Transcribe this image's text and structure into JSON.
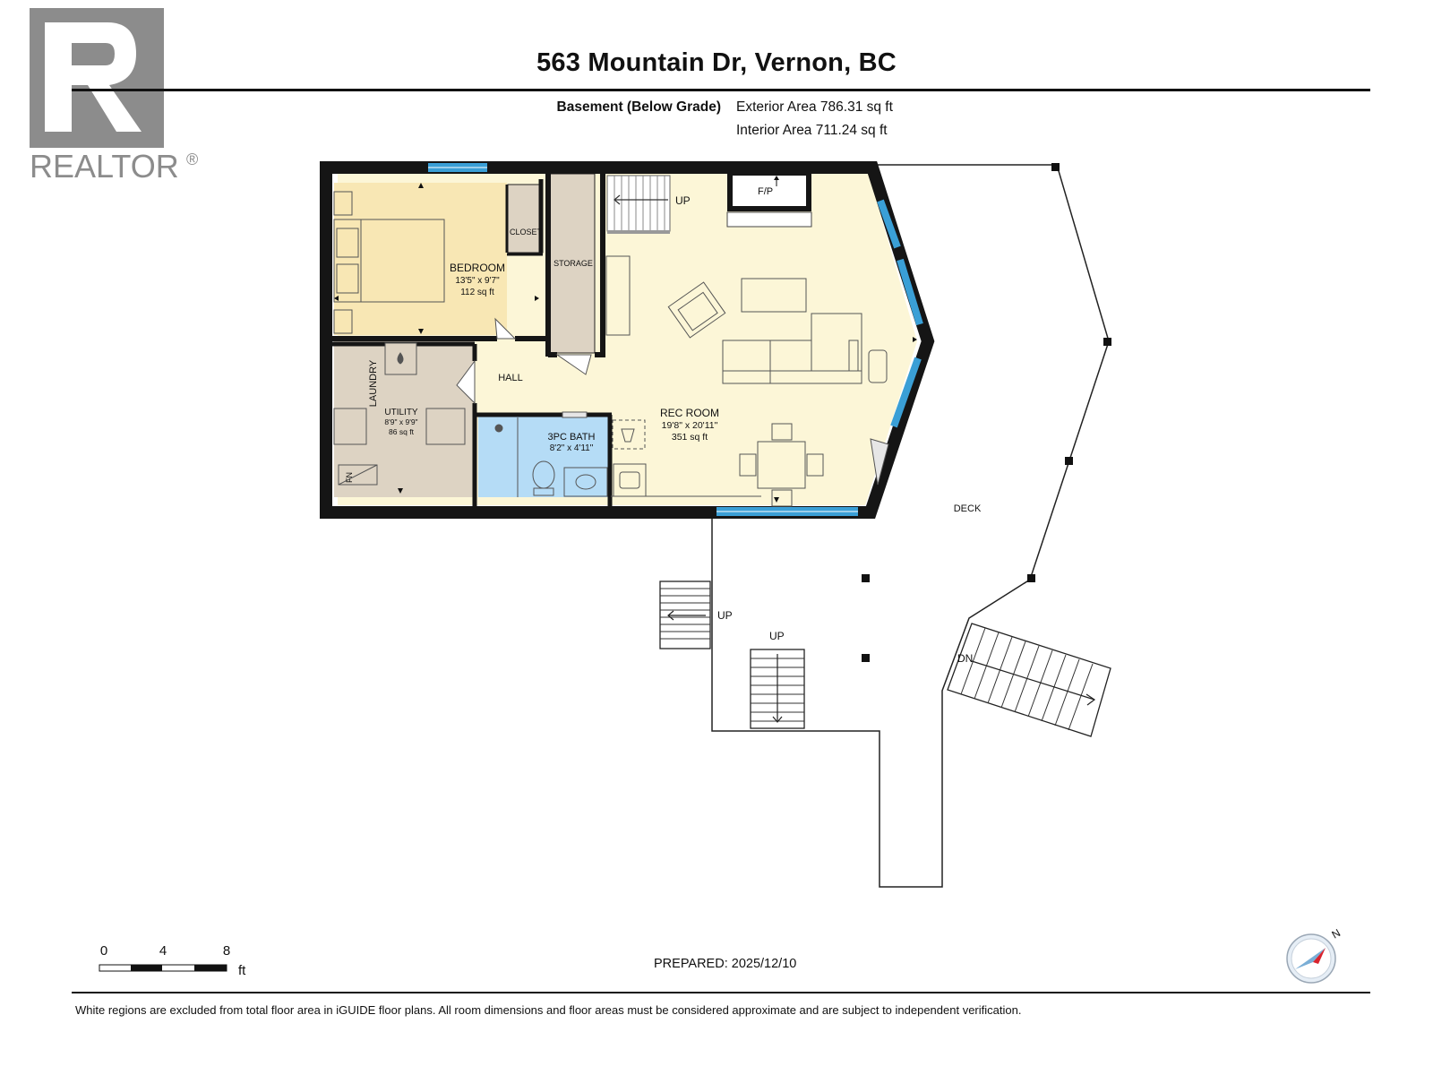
{
  "header": {
    "address": "563 Mountain Dr, Vernon, BC",
    "level": "Basement (Below Grade)",
    "exterior_area": "Exterior Area 786.31 sq ft",
    "interior_area": "Interior Area 711.24 sq ft"
  },
  "logo": {
    "text": "REALTOR",
    "mark": "®"
  },
  "rooms": {
    "bedroom": {
      "name": "BEDROOM",
      "dims": "13'5\" x 9'7\"",
      "area": "112 sq ft"
    },
    "closet": {
      "name": "CLOSET"
    },
    "storage": {
      "name": "STORAGE"
    },
    "hall": {
      "name": "HALL"
    },
    "laundry": {
      "name": "LAUNDRY"
    },
    "utility": {
      "name": "UTILITY",
      "dims": "8'9\" x 9'9\"",
      "area": "86 sq ft"
    },
    "bath": {
      "name": "3PC BATH",
      "dims": "8'2\" x 4'11\""
    },
    "rec": {
      "name": "REC ROOM",
      "dims": "19'8\" x 20'11\"",
      "area": "351 sq ft"
    },
    "deck": {
      "name": "DECK"
    }
  },
  "labels": {
    "fireplace": "F/P",
    "furnace": "FN",
    "up_main": "UP",
    "up_deck_left": "UP",
    "up_deck_mid": "UP",
    "down_deck": "DN"
  },
  "scale": {
    "ticks": [
      "0",
      "4",
      "8"
    ],
    "unit": "ft"
  },
  "footer": {
    "prepared": "PREPARED: 2025/12/10",
    "disclaimer": "White regions are excluded from total floor area in iGUIDE floor plans. All room dimensions and floor areas must be considered approximate and are subject to independent verification."
  },
  "compass": {
    "label": "N"
  },
  "colors": {
    "bedroom": "#f8e7b4",
    "rec_room": "#fcf6d7",
    "utility": "#ddd3c3",
    "bath": "#b5dcf6",
    "wall": "#151515",
    "window": "#3a9fd6"
  }
}
